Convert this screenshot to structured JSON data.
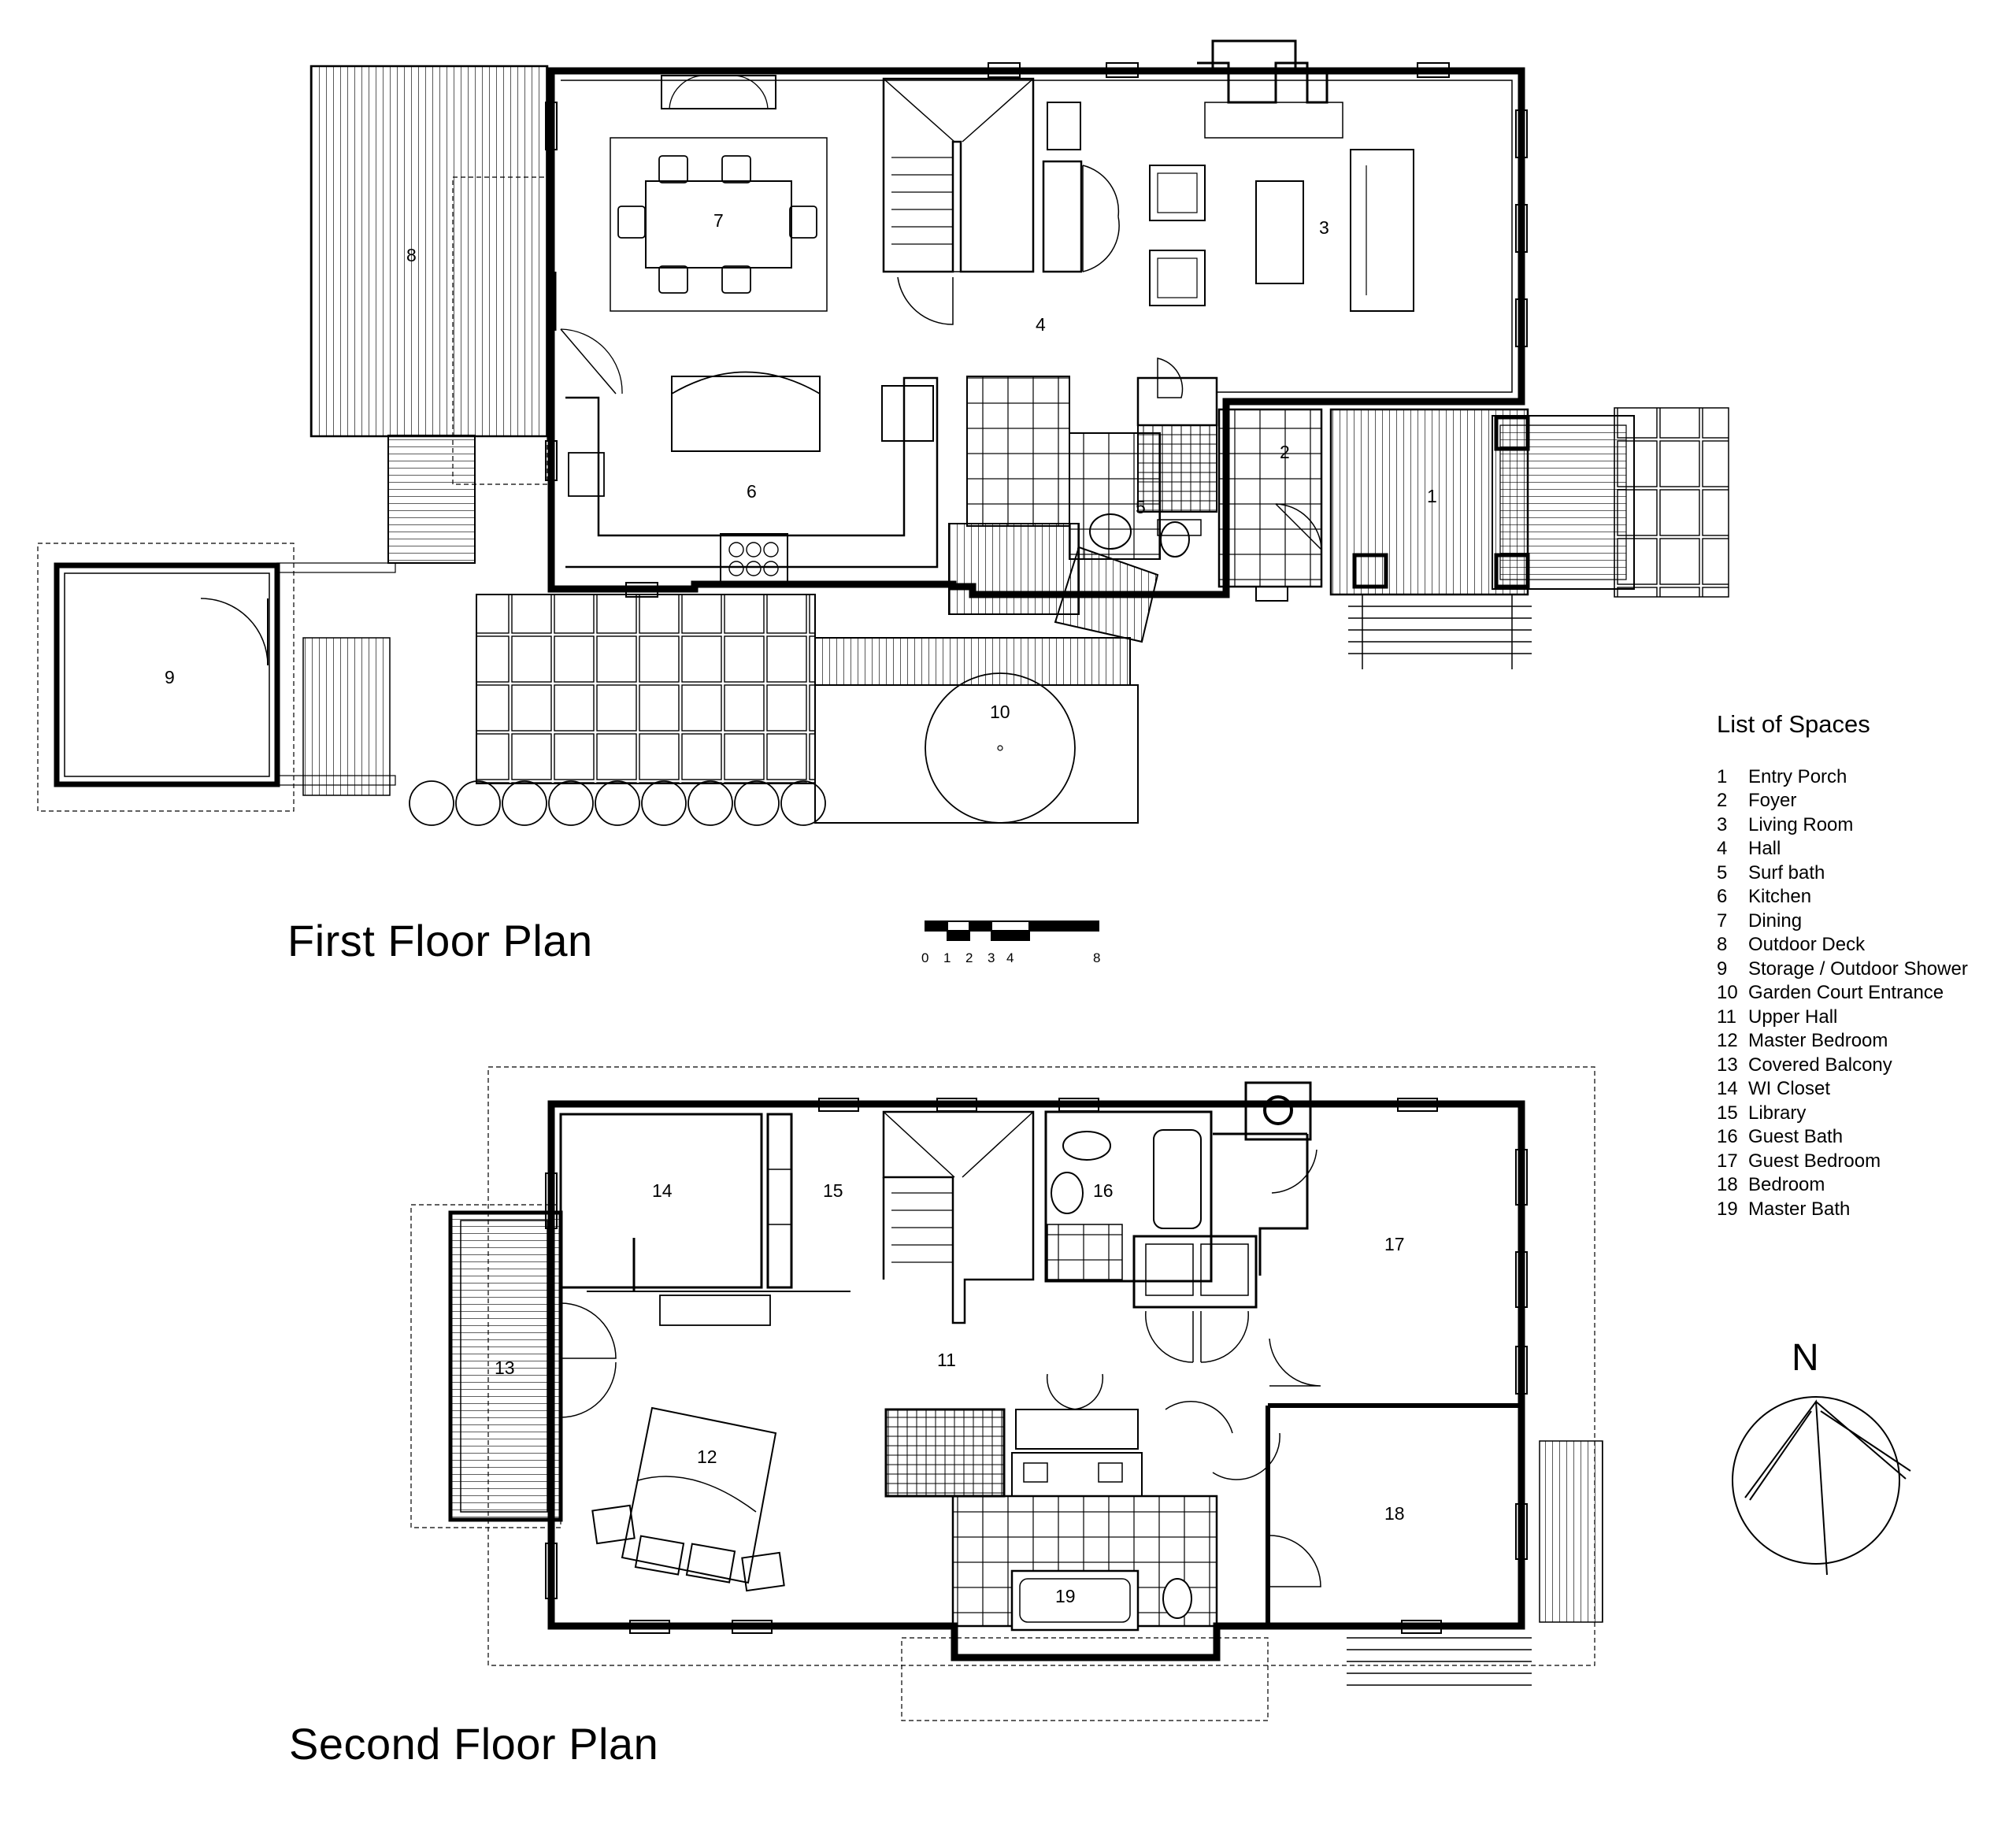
{
  "titles": {
    "first_floor": "First Floor Plan",
    "second_floor": "Second Floor Plan"
  },
  "legend": {
    "title": "List of Spaces",
    "items": [
      {
        "num": "1",
        "name": "Entry Porch"
      },
      {
        "num": "2",
        "name": "Foyer"
      },
      {
        "num": "3",
        "name": "Living Room"
      },
      {
        "num": "4",
        "name": "Hall"
      },
      {
        "num": "5",
        "name": "Surf bath"
      },
      {
        "num": "6",
        "name": "Kitchen"
      },
      {
        "num": "7",
        "name": "Dining"
      },
      {
        "num": "8",
        "name": "Outdoor Deck"
      },
      {
        "num": "9",
        "name": "Storage / Outdoor Shower"
      },
      {
        "num": "10",
        "name": "Garden Court Entrance"
      },
      {
        "num": "11",
        "name": "Upper Hall"
      },
      {
        "num": "12",
        "name": "Master Bedroom"
      },
      {
        "num": "13",
        "name": "Covered Balcony"
      },
      {
        "num": "14",
        "name": "WI Closet"
      },
      {
        "num": "15",
        "name": "Library"
      },
      {
        "num": "16",
        "name": "Guest Bath"
      },
      {
        "num": "17",
        "name": "Guest Bedroom"
      },
      {
        "num": "18",
        "name": "Bedroom"
      },
      {
        "num": "19",
        "name": "Master Bath"
      }
    ]
  },
  "room_numbers": {
    "r1": "1",
    "r2": "2",
    "r3": "3",
    "r4": "4",
    "r5": "5",
    "r6": "6",
    "r7": "7",
    "r8": "8",
    "r9": "9",
    "r10": "10",
    "r11": "11",
    "r12": "12",
    "r13": "13",
    "r14": "14",
    "r15": "15",
    "r16": "16",
    "r17": "17",
    "r18": "18",
    "r19": "19"
  },
  "scale_bar": {
    "ticks": [
      "0",
      "1",
      "2",
      "3",
      "4",
      "8"
    ]
  },
  "north": "N"
}
